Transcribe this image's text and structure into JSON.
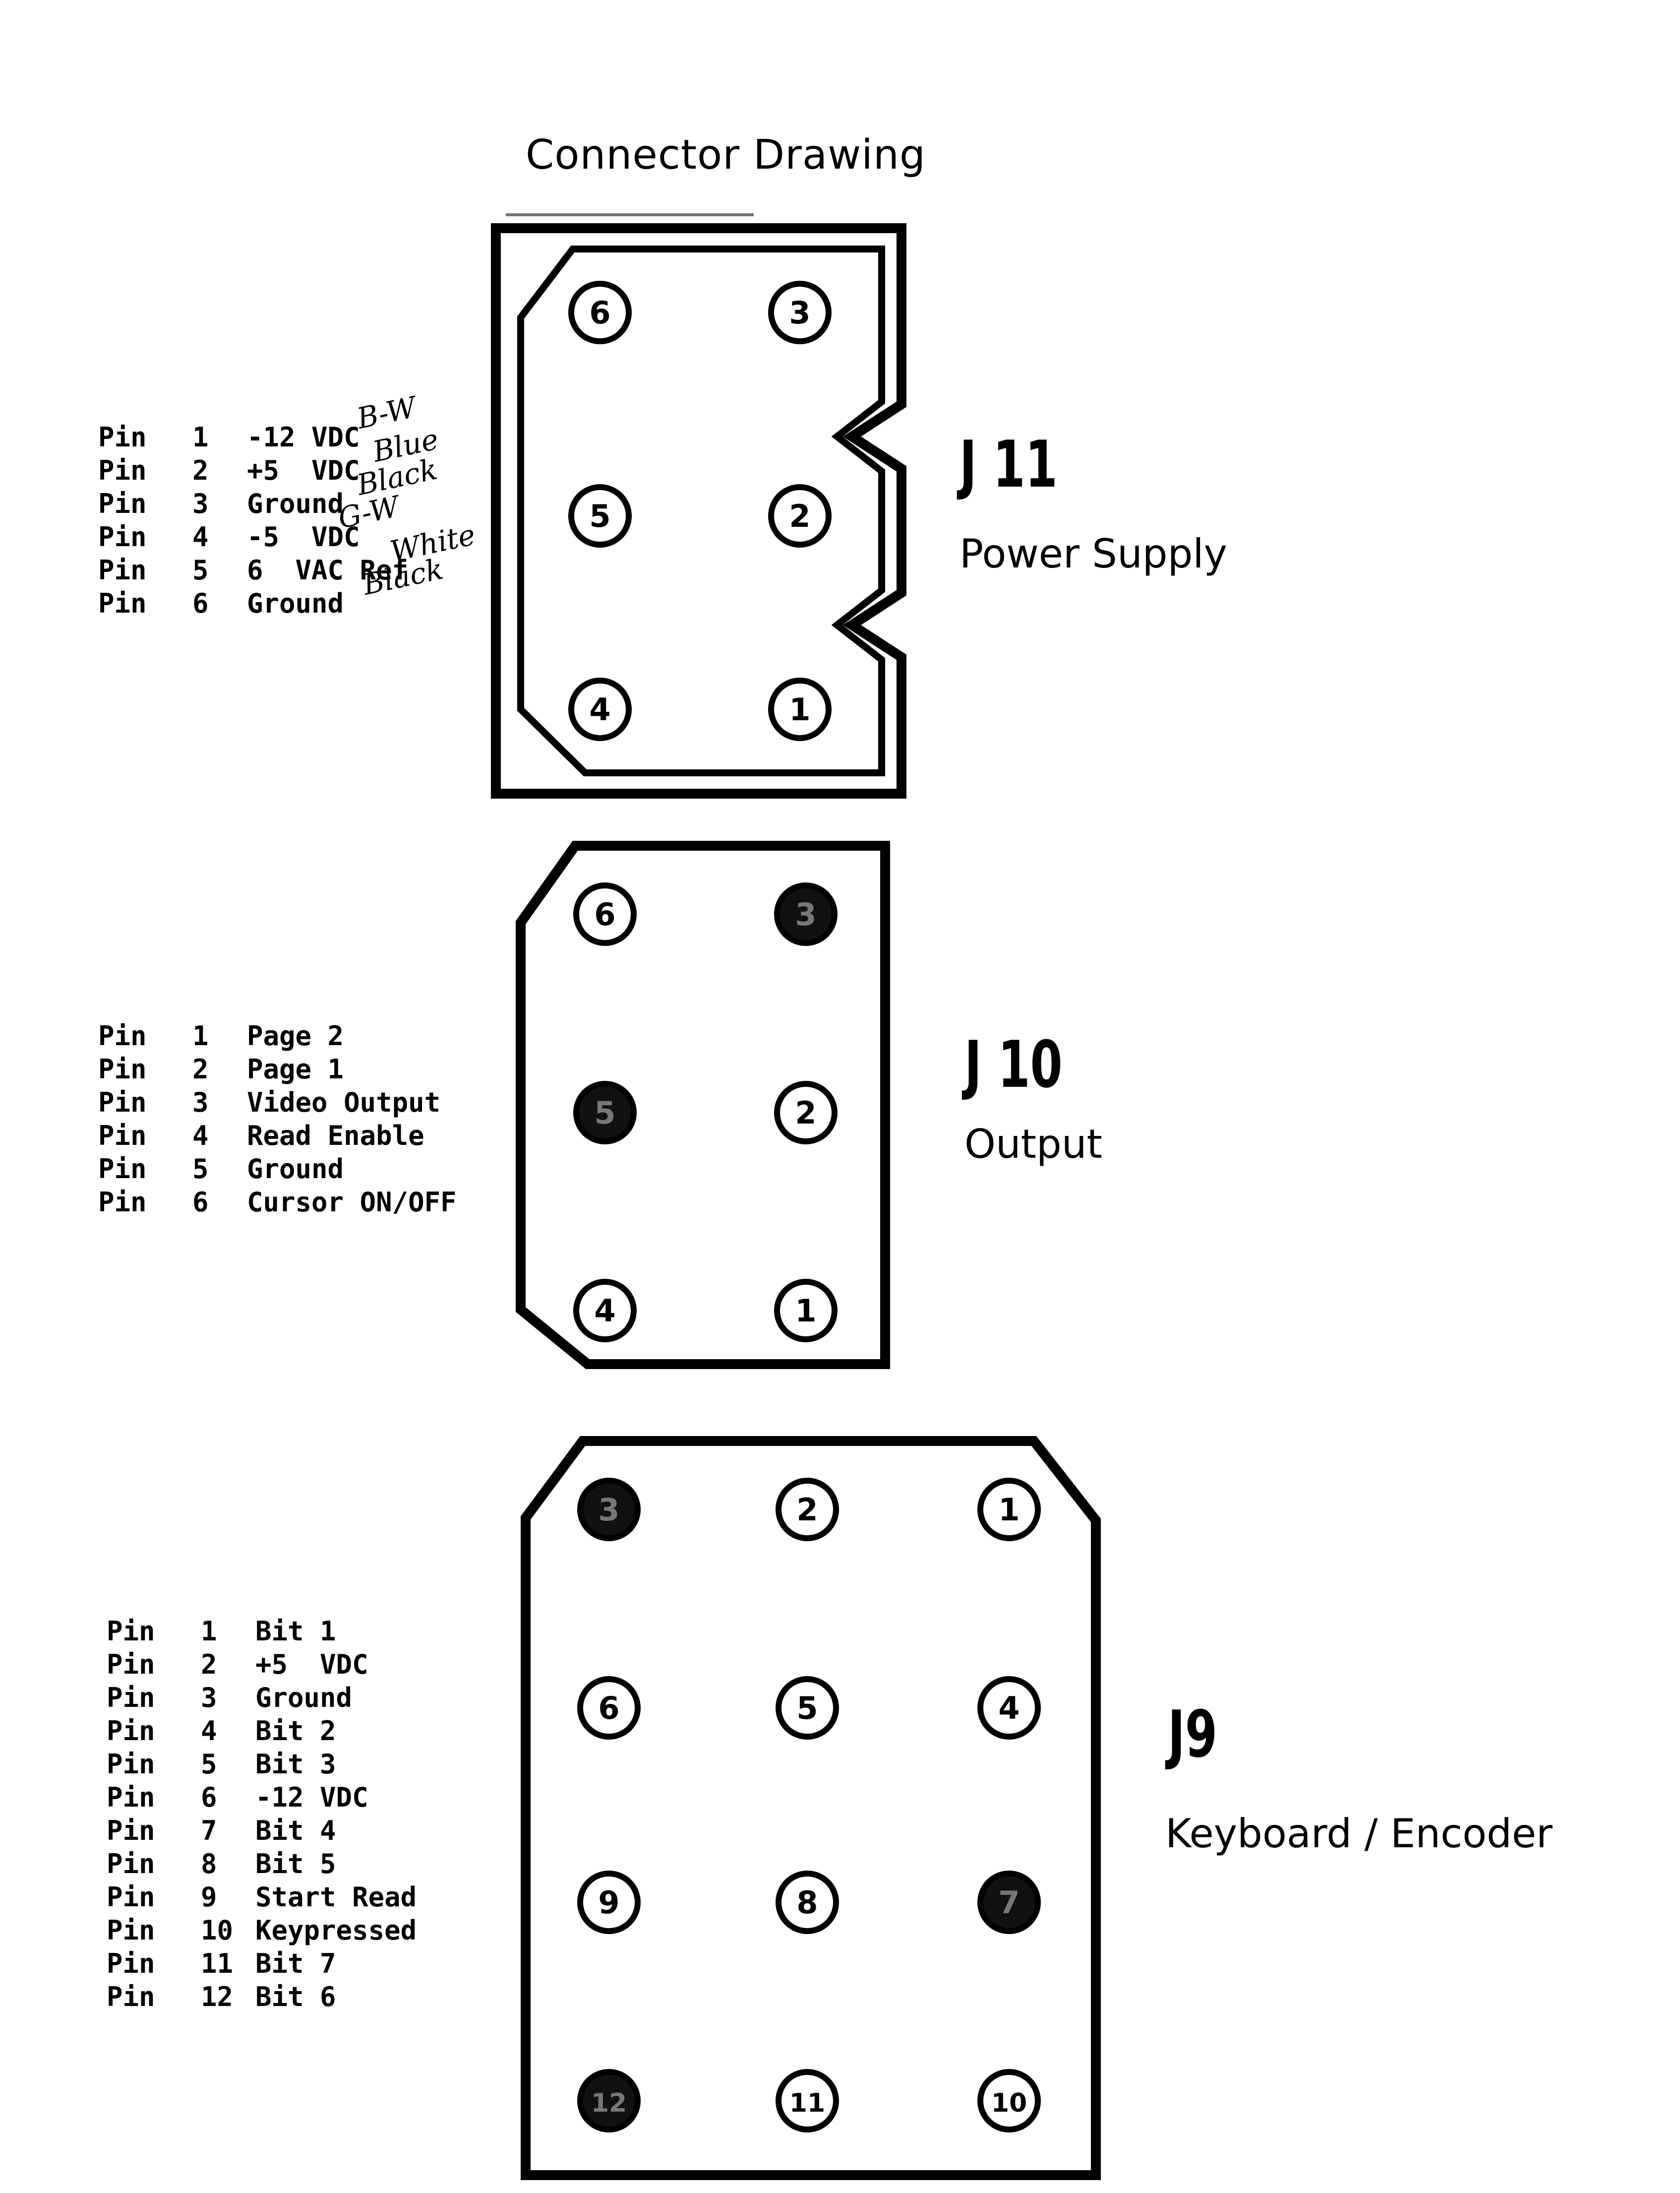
{
  "title": "Connector Drawing",
  "connectors": [
    {
      "id": "J11",
      "name": "J 11",
      "label": "Power Supply",
      "pins": [
        {
          "pin": "Pin",
          "num": "1",
          "fn": "-12 VDC",
          "note": "B-W"
        },
        {
          "pin": "Pin",
          "num": "2",
          "fn": "+5  VDC",
          "note": "Blue"
        },
        {
          "pin": "Pin",
          "num": "3",
          "fn": "Ground",
          "note": "Black"
        },
        {
          "pin": "Pin",
          "num": "4",
          "fn": "-5  VDC",
          "note": "G-W"
        },
        {
          "pin": "Pin",
          "num": "5",
          "fn": "6  VAC Ref",
          "note": "White"
        },
        {
          "pin": "Pin",
          "num": "6",
          "fn": "Ground",
          "note": "Black"
        }
      ],
      "drawing_pins": [
        {
          "n": "6",
          "filled": false
        },
        {
          "n": "3",
          "filled": false
        },
        {
          "n": "5",
          "filled": false
        },
        {
          "n": "2",
          "filled": false
        },
        {
          "n": "4",
          "filled": false
        },
        {
          "n": "1",
          "filled": false
        }
      ]
    },
    {
      "id": "J10",
      "name": "J 10",
      "label": "Output",
      "pins": [
        {
          "pin": "Pin",
          "num": "1",
          "fn": "Page 2"
        },
        {
          "pin": "Pin",
          "num": "2",
          "fn": "Page 1"
        },
        {
          "pin": "Pin",
          "num": "3",
          "fn": "Video Output"
        },
        {
          "pin": "Pin",
          "num": "4",
          "fn": "Read Enable"
        },
        {
          "pin": "Pin",
          "num": "5",
          "fn": "Ground"
        },
        {
          "pin": "Pin",
          "num": "6",
          "fn": "Cursor ON/OFF"
        }
      ],
      "drawing_pins": [
        {
          "n": "6",
          "filled": false
        },
        {
          "n": "3",
          "filled": true
        },
        {
          "n": "5",
          "filled": true
        },
        {
          "n": "2",
          "filled": false
        },
        {
          "n": "4",
          "filled": false
        },
        {
          "n": "1",
          "filled": false
        }
      ]
    },
    {
      "id": "J9",
      "name": "J9",
      "label": "Keyboard / Encoder",
      "pins": [
        {
          "pin": "Pin",
          "num": "1",
          "fn": "Bit 1"
        },
        {
          "pin": "Pin",
          "num": "2",
          "fn": "+5  VDC"
        },
        {
          "pin": "Pin",
          "num": "3",
          "fn": "Ground"
        },
        {
          "pin": "Pin",
          "num": "4",
          "fn": "Bit 2"
        },
        {
          "pin": "Pin",
          "num": "5",
          "fn": "Bit 3"
        },
        {
          "pin": "Pin",
          "num": "6",
          "fn": "-12 VDC"
        },
        {
          "pin": "Pin",
          "num": "7",
          "fn": "Bit 4"
        },
        {
          "pin": "Pin",
          "num": "8",
          "fn": "Bit 5"
        },
        {
          "pin": "Pin",
          "num": "9",
          "fn": "Start Read"
        },
        {
          "pin": "Pin",
          "num": "10",
          "fn": "Keypressed"
        },
        {
          "pin": "Pin",
          "num": "11",
          "fn": "Bit 7"
        },
        {
          "pin": "Pin",
          "num": "12",
          "fn": "Bit 6"
        }
      ],
      "drawing_pins": [
        {
          "n": "3",
          "filled": true
        },
        {
          "n": "2",
          "filled": false
        },
        {
          "n": "1",
          "filled": false
        },
        {
          "n": "6",
          "filled": false
        },
        {
          "n": "5",
          "filled": false
        },
        {
          "n": "4",
          "filled": false
        },
        {
          "n": "9",
          "filled": false
        },
        {
          "n": "8",
          "filled": false
        },
        {
          "n": "7",
          "filled": true
        },
        {
          "n": "12",
          "filled": true
        },
        {
          "n": "11",
          "filled": false
        },
        {
          "n": "10",
          "filled": false
        }
      ]
    }
  ]
}
